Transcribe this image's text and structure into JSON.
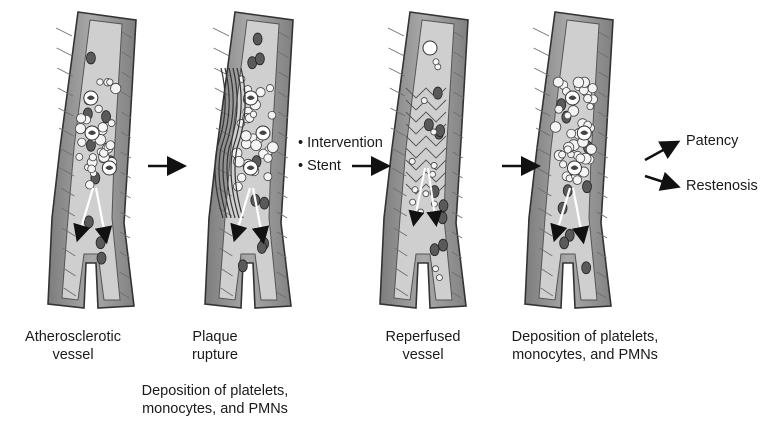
{
  "panels": [
    {
      "id": "atherosclerotic",
      "label": [
        "Atherosclerotic",
        "vessel"
      ]
    },
    {
      "id": "plaque",
      "label": [
        "Plaque",
        "rupture"
      ],
      "sublabel": [
        "Deposition of platelets,",
        "monocytes, and PMNs"
      ]
    },
    {
      "id": "reperfused",
      "label": [
        "Reperfused",
        "vessel"
      ]
    },
    {
      "id": "deposition",
      "label": [
        "Deposition of platelets,",
        "monocytes, and PMNs"
      ]
    }
  ],
  "intervention": {
    "items": [
      "• Intervention",
      "• Stent"
    ]
  },
  "outcomes": [
    "Patency",
    "Restenosis"
  ],
  "colors": {
    "vessel_wall": "#8e8e8e",
    "vessel_wall_light": "#b5b5b5",
    "lumen": "#cfcfcf",
    "cell": "#5a5a5a",
    "platelet": "#f4f4f4",
    "outline": "#333333",
    "arrow": "#111111"
  }
}
